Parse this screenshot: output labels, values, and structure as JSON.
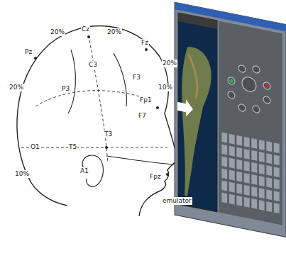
{
  "diagram": {
    "labels": [
      "Cz",
      "20%",
      "20%",
      "Fz",
      "20%",
      "Pz",
      "20%",
      "C3",
      "F3",
      "P3",
      "Fp1",
      "10%",
      "F7",
      "T3",
      "T5",
      "O1",
      "A1",
      "Fpz",
      "10%",
      "emulator"
    ]
  }
}
